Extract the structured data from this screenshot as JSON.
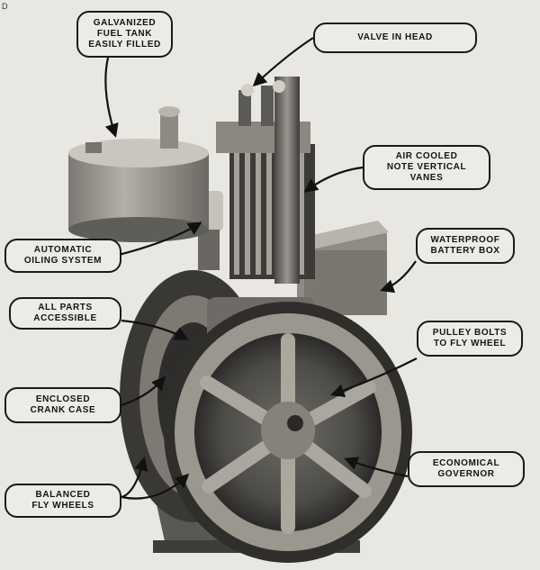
{
  "corner_mark": "D",
  "labels": {
    "fuel_tank": [
      "GALVANIZED",
      "FUEL TANK",
      "EASILY FILLED"
    ],
    "valve_in_head": [
      "VALVE IN HEAD"
    ],
    "air_cooled": [
      "AIR COOLED",
      "NOTE VERTICAL",
      "VANES"
    ],
    "automatic_oiling": [
      "AUTOMATIC",
      "OILING SYSTEM"
    ],
    "waterproof_battery": [
      "WATERPROOF",
      "BATTERY BOX"
    ],
    "all_parts": [
      "ALL PARTS",
      "ACCESSIBLE"
    ],
    "pulley_bolts": [
      "PULLEY BOLTS",
      "TO FLY WHEEL"
    ],
    "enclosed_crank": [
      "ENCLOSED",
      "CRANK CASE"
    ],
    "economical_governor": [
      "ECONOMICAL",
      "GOVERNOR"
    ],
    "balanced_fly_wheels": [
      "BALANCED",
      "FLY WHEELS"
    ]
  }
}
